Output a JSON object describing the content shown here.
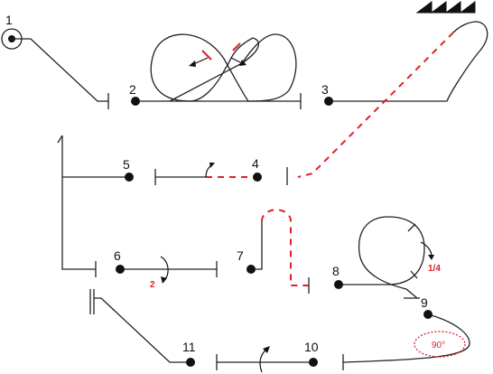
{
  "diagram": {
    "colors": {
      "line": "#222222",
      "accent": "#e0202a",
      "background": "#ffffff"
    },
    "station_labels": [
      "1",
      "2",
      "3",
      "4",
      "5",
      "6",
      "7",
      "8",
      "9",
      "10",
      "11"
    ],
    "annotations": {
      "rotation_2": "2",
      "rotation_quarter": "1/4",
      "angle": "90°"
    },
    "icons": [
      "start-circle-icon",
      "sawtooth-icon",
      "rotate-arrow-icon"
    ]
  }
}
